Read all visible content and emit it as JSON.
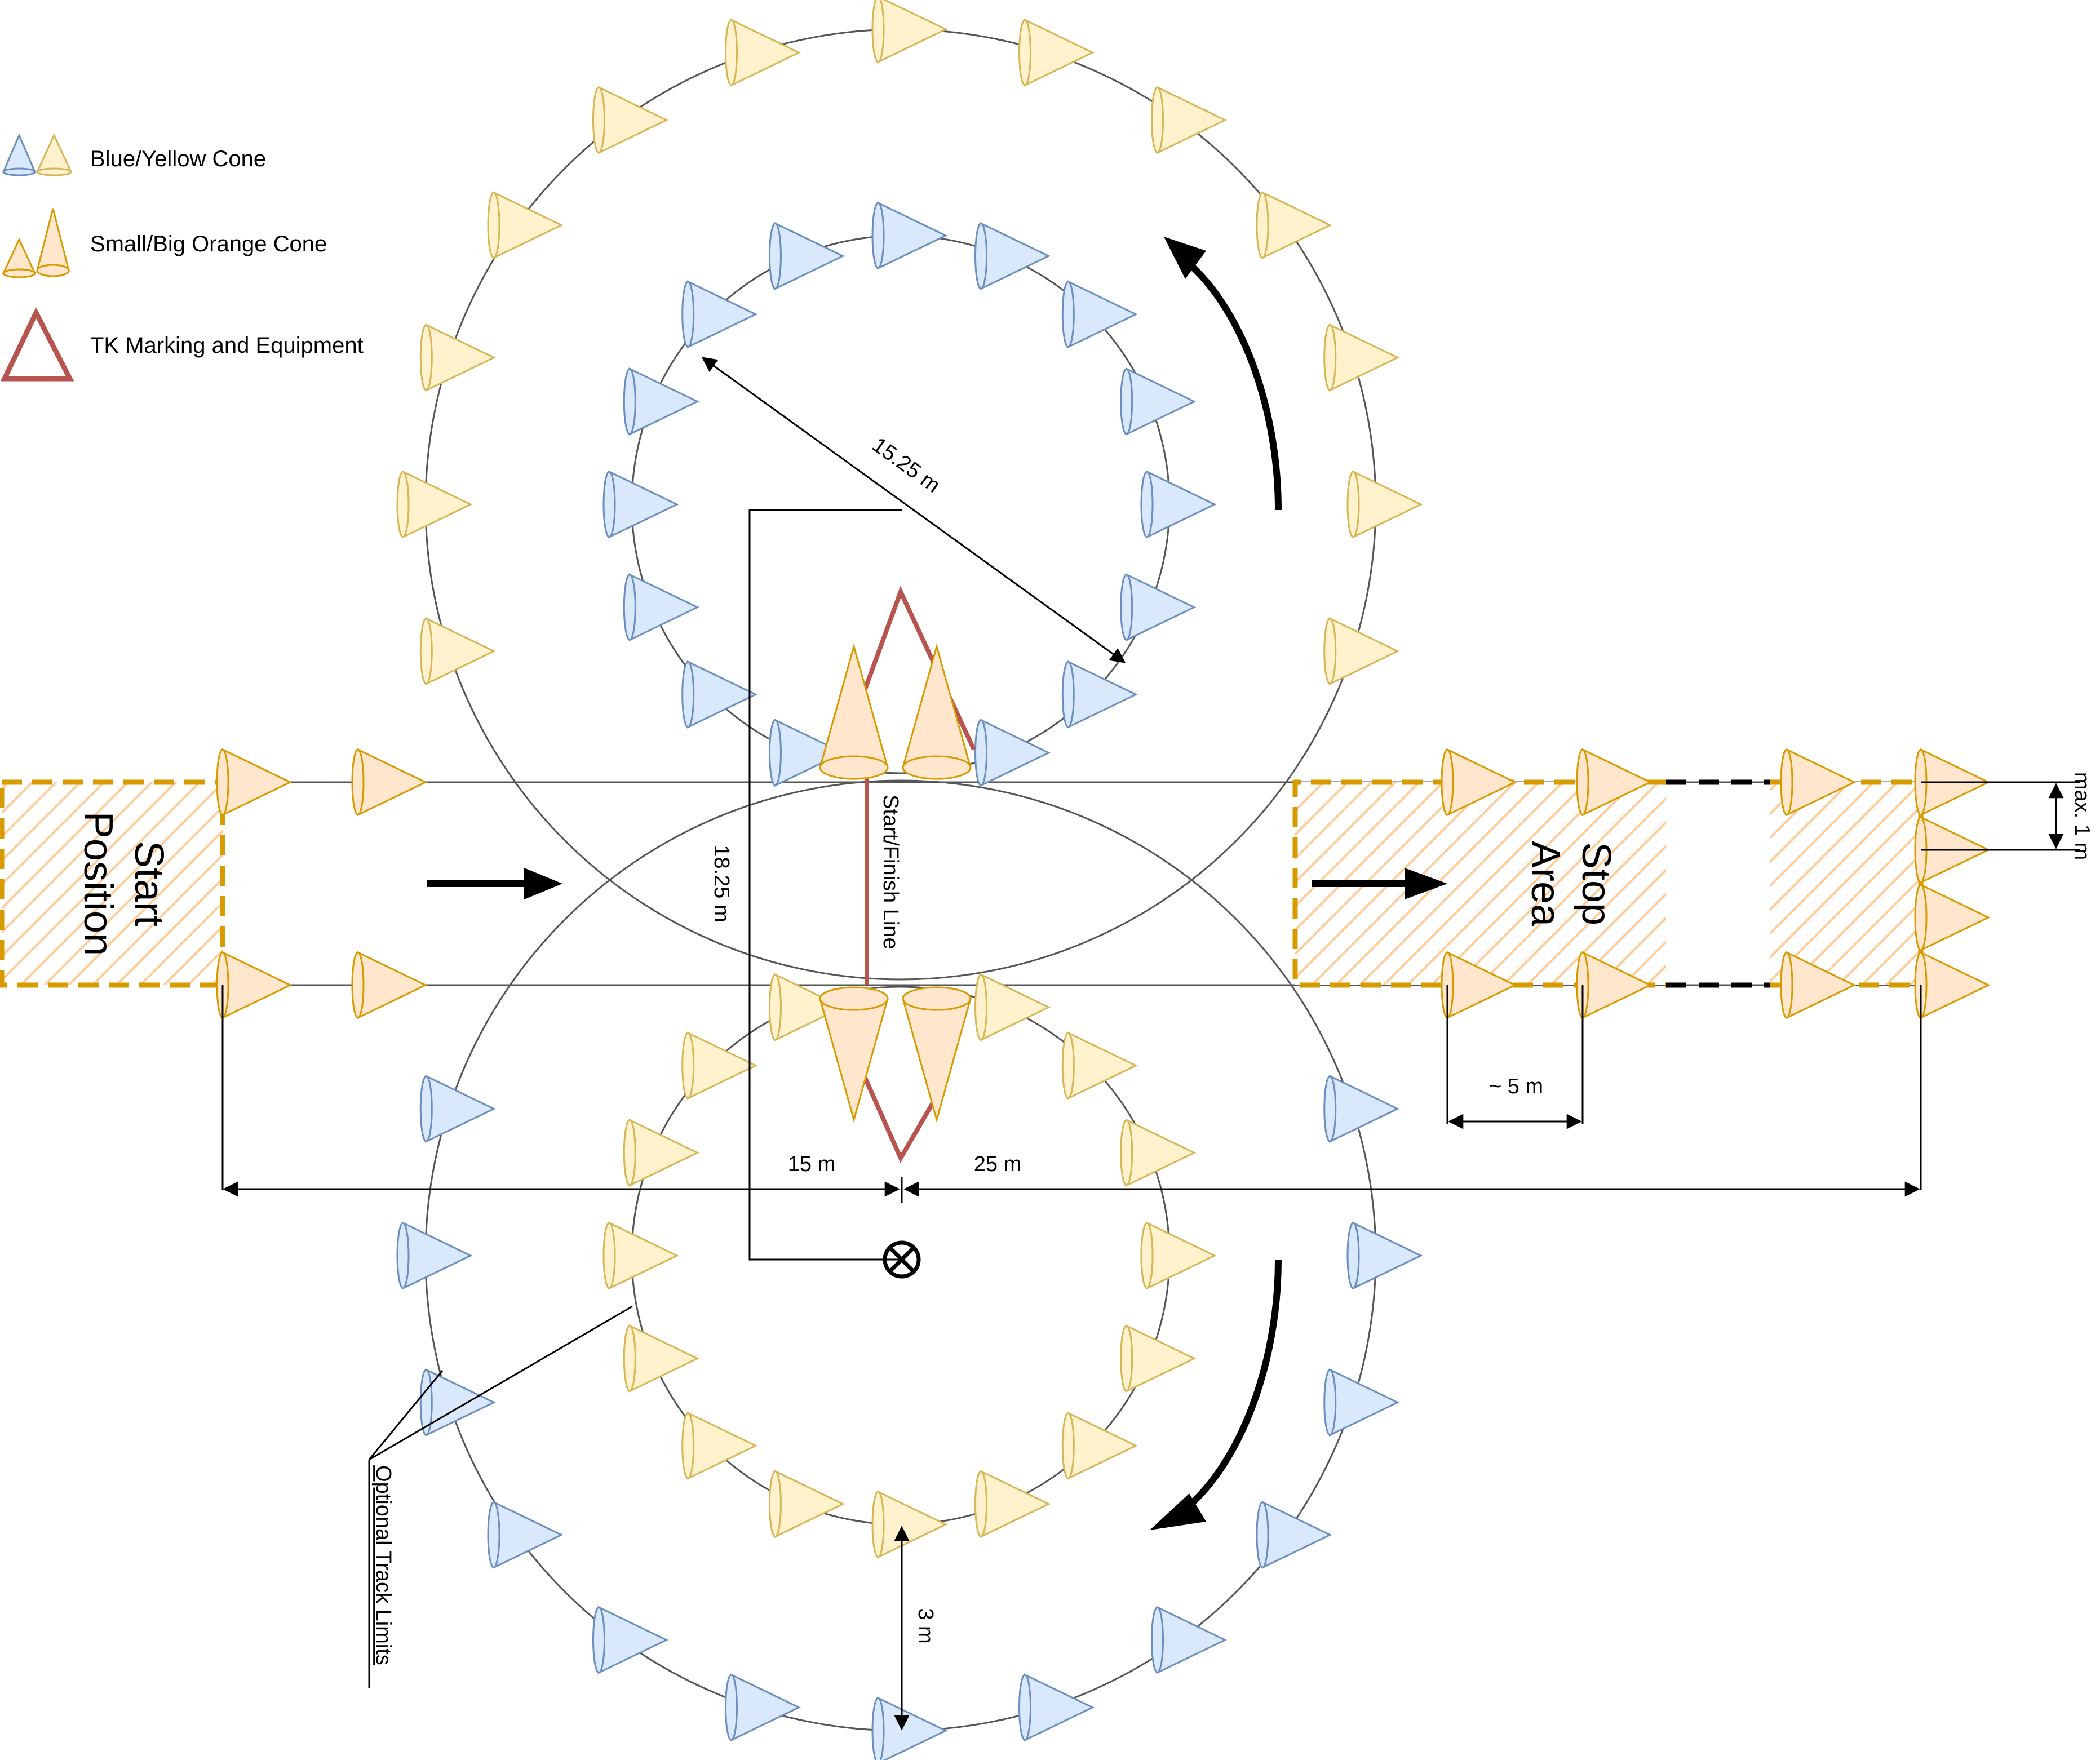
{
  "legend": {
    "items": [
      {
        "icon": "blue-yellow-cone-icon",
        "label": "Blue/Yellow Cone"
      },
      {
        "icon": "orange-cone-icon",
        "label": "Small/Big Orange Cone"
      },
      {
        "icon": "tk-marking-icon",
        "label": "TK Marking and Equipment"
      }
    ]
  },
  "labels": {
    "start_position_line1": "Start",
    "start_position_line2": "Position",
    "stop_area_line1": "Stop",
    "stop_area_line2": "Area",
    "start_finish_line": "Start/Finish Line",
    "optional_track_limits": "Optional Track Limits"
  },
  "dimensions": {
    "diameter": "15.25 m",
    "center_offset": "18.25 m",
    "start_distance": "15 m",
    "stop_distance": "25 m",
    "cone_spacing": "~ 5 m",
    "max_offset": "max. 1 m",
    "track_width": "3 m"
  },
  "colors": {
    "blue_fill": "#dae8fc",
    "blue_stroke": "#6c8ebf",
    "yellow_fill": "#fff2cc",
    "yellow_stroke": "#d6b656",
    "orange_fill": "#ffe6cc",
    "orange_stroke": "#d79b00",
    "tk_red": "#b85450",
    "hatch": "#ffcc99",
    "line": "#555555"
  }
}
